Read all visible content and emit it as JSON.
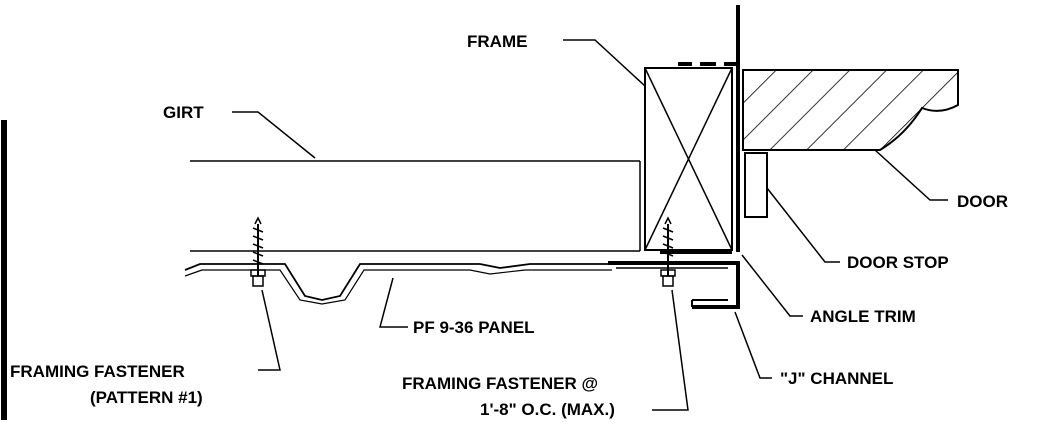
{
  "labels": {
    "frame": "FRAME",
    "girt": "GIRT",
    "door": "DOOR",
    "door_stop": "DOOR STOP",
    "angle_trim": "ANGLE TRIM",
    "panel": "PF 9-36 PANEL",
    "j_channel": "\"J\" CHANNEL",
    "framing_fastener_pattern_line1": "FRAMING  FASTENER",
    "framing_fastener_pattern_line2": "(PATTERN #1)",
    "framing_fastener_oc_line1": "FRAMING FASTENER @",
    "framing_fastener_oc_line2": "1'-8\" O.C. (MAX.)"
  }
}
